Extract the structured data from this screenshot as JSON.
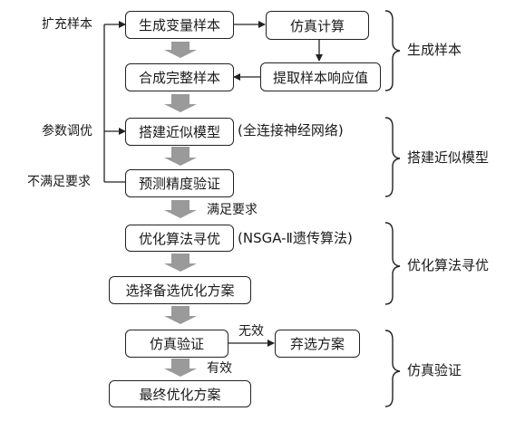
{
  "nodes": {
    "generate_samples": "生成变量样本",
    "simulation_calc": "仿真计算",
    "combine_samples": "合成完整样本",
    "extract_response": "提取样本响应值",
    "build_surrogate": "搭建近似模型",
    "predict_verify": "预测精度验证",
    "optimize_search": "优化算法寻优",
    "select_candidates": "选择备选优化方案",
    "sim_verify": "仿真验证",
    "discard": "弃选方案",
    "final_plan": "最终优化方案"
  },
  "annotations": {
    "fully_connected_nn": "(全连接神经网络)",
    "nsga_ii": "(NSGA-Ⅱ遗传算法)"
  },
  "edge_labels": {
    "expand_samples": "扩充样本",
    "tune_params": "参数调优",
    "not_satisfied": "不满足要求",
    "satisfied": "满足要求",
    "invalid": "无效",
    "valid": "有效"
  },
  "stages": {
    "stage1": "生成样本",
    "stage2": "搭建近似模型",
    "stage3": "优化算法寻优",
    "stage4": "仿真验证"
  }
}
